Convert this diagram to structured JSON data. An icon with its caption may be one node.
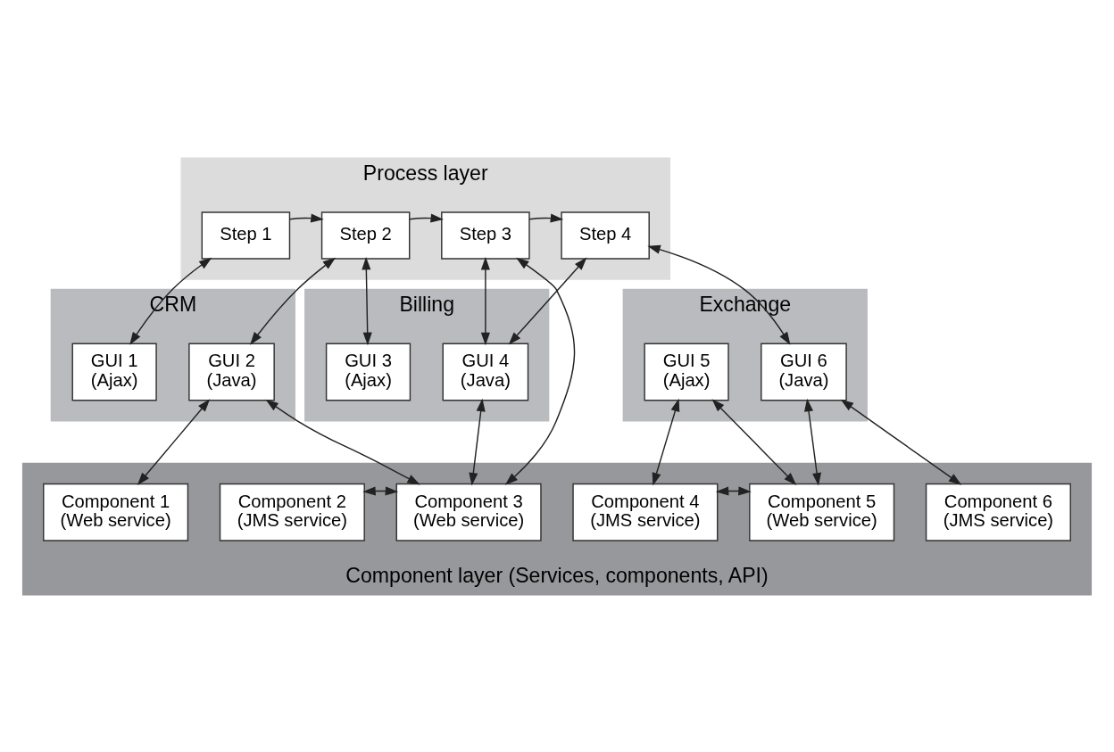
{
  "diagram": {
    "nodes": [
      {
        "text": [
          "Process layer"
        ]
      },
      {
        "text": [
          "Step 1"
        ],
        "in": 0
      },
      {
        "text": [
          "Step 2"
        ],
        "in": 0
      },
      {
        "text": [
          "Step 3"
        ],
        "in": 0
      },
      {
        "text": [
          "Step 4"
        ],
        "in": 0
      },
      {
        "text": [
          "CRM"
        ]
      },
      {
        "text": [
          "GUI 1",
          "(Ajax)"
        ],
        "in": 5
      },
      {
        "text": [
          "GUI 2",
          "(Java)"
        ],
        "in": 5
      },
      {
        "text": [
          "Billing"
        ]
      },
      {
        "text": [
          "GUI 3",
          "(Ajax)"
        ],
        "in": 8
      },
      {
        "text": [
          "GUI 4",
          "(Java)"
        ],
        "in": 8
      },
      {
        "text": [
          "Exchange"
        ]
      },
      {
        "text": [
          "GUI 5",
          "(Ajax)"
        ],
        "in": 11
      },
      {
        "text": [
          "GUI 6",
          "(Java)"
        ],
        "in": 11
      },
      {
        "text": [
          "Component layer (Services, components, API)"
        ]
      },
      {
        "text": [
          "Component 1",
          "(Web service)"
        ],
        "in": 14
      },
      {
        "text": [
          "Component 2",
          "(JMS service)"
        ],
        "in": 14
      },
      {
        "text": [
          "Component 3",
          "(Web service)"
        ],
        "in": 14
      },
      {
        "text": [
          "Component 4",
          "(JMS service)"
        ],
        "in": 14
      },
      {
        "text": [
          "Component 5",
          "(Web service)"
        ],
        "in": 14
      },
      {
        "text": [
          "Component 6",
          "(JMS service)"
        ],
        "in": 14
      }
    ],
    "edges": [
      {
        "from": 1,
        "to": 2,
        "arrow": "to"
      },
      {
        "from": 2,
        "to": 3,
        "arrow": "to"
      },
      {
        "from": 3,
        "to": 4,
        "arrow": "to"
      },
      {
        "from": 1,
        "to": 6,
        "arrow": "both"
      },
      {
        "from": 2,
        "to": 7,
        "arrow": "both"
      },
      {
        "from": 2,
        "to": 9,
        "arrow": "both"
      },
      {
        "from": 3,
        "to": 17,
        "arrow": "both"
      },
      {
        "from": 3,
        "to": 10,
        "arrow": "both"
      },
      {
        "from": 4,
        "to": 10,
        "arrow": "both"
      },
      {
        "from": 4,
        "to": 13,
        "arrow": "both"
      },
      {
        "from": 7,
        "to": 15,
        "arrow": "both"
      },
      {
        "from": 7,
        "to": 17,
        "arrow": "both"
      },
      {
        "from": 10,
        "to": 17,
        "arrow": "both"
      },
      {
        "from": 12,
        "to": 18,
        "arrow": "both"
      },
      {
        "from": 12,
        "to": 19,
        "arrow": "both"
      },
      {
        "from": 13,
        "to": 19,
        "arrow": "both"
      },
      {
        "from": 13,
        "to": 20,
        "arrow": "both"
      },
      {
        "from": 16,
        "to": 17,
        "arrow": "both"
      },
      {
        "from": 18,
        "to": 19,
        "arrow": "both"
      }
    ]
  }
}
